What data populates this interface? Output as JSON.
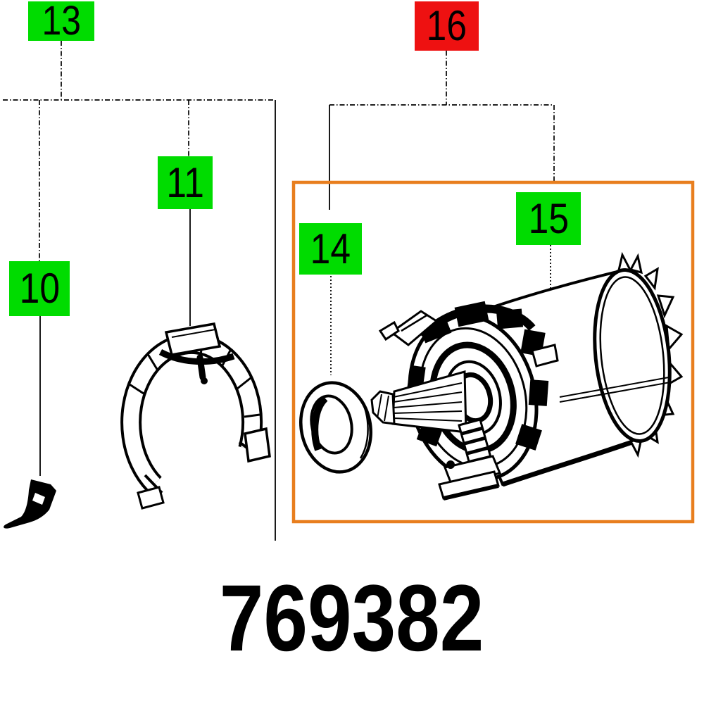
{
  "diagram": {
    "title_part_number": "769382",
    "callouts": [
      {
        "id": "13",
        "label": "13",
        "style": "group-kit",
        "color_key": "green"
      },
      {
        "id": "16",
        "label": "16",
        "style": "highlighted",
        "color_key": "red"
      },
      {
        "id": "11",
        "label": "11",
        "style": "item",
        "color_key": "green"
      },
      {
        "id": "10",
        "label": "10",
        "style": "item",
        "color_key": "green"
      },
      {
        "id": "14",
        "label": "14",
        "style": "item",
        "color_key": "green"
      },
      {
        "id": "15",
        "label": "15",
        "style": "item",
        "color_key": "green"
      }
    ],
    "figures": [
      "carbon-brush-drawing",
      "segmented-clamp-ring-drawing",
      "seal-ring-drawing",
      "motor-armature-drawing"
    ],
    "grouping_frame": "orange-rectangle-around-items-14-and-15"
  },
  "colors": {
    "green": "#00DC00",
    "red": "#EE1111",
    "orange": "#E87E1E",
    "line": "#000000",
    "background": "#FFFFFF"
  }
}
